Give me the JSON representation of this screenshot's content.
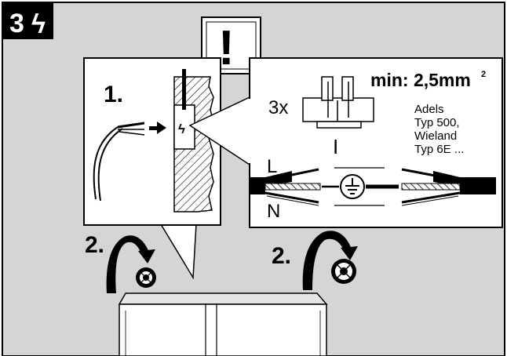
{
  "header": {
    "step_number": "3",
    "symbol": "ϟ",
    "warning_mark": "!"
  },
  "detail_panel": {
    "step_label": "1.",
    "bolt_symbol": "ϟ"
  },
  "connector_panel": {
    "quantity": "3x",
    "min_label": "min: 2,5mm",
    "superscript": "2",
    "brand_lines": [
      "Adels",
      "Typ 500,",
      "Wieland",
      "Typ 6E ..."
    ],
    "label_I": "I",
    "label_L": "L",
    "label_N": "N"
  },
  "steps": {
    "left_label": "2.",
    "right_label": "2."
  },
  "colors": {
    "panel_gray": "#d5d5d5",
    "ink": "#000000",
    "white": "#ffffff",
    "light_gray": "#e6e6e6"
  }
}
